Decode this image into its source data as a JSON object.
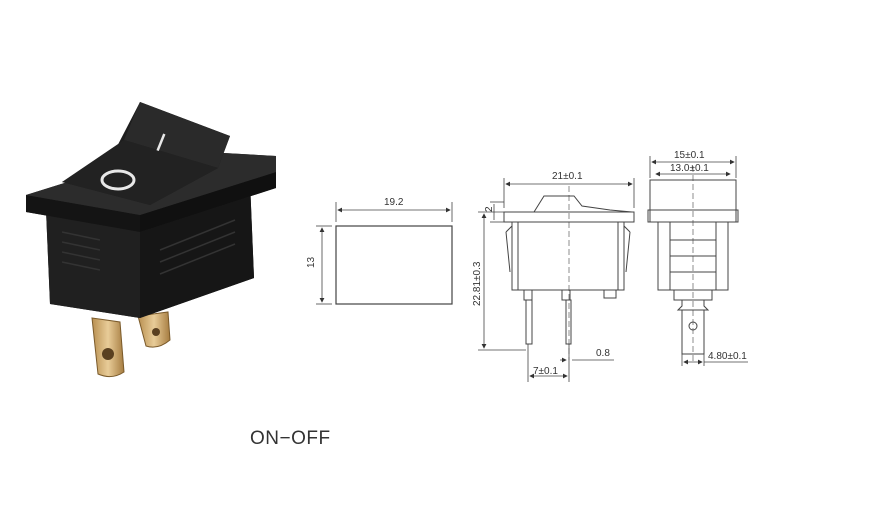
{
  "photo": {
    "on_symbol": "I",
    "off_symbol": "O"
  },
  "front_view": {
    "width": "19.2",
    "height": "13"
  },
  "side_view": {
    "width": "21±0.1",
    "cap_height": "2",
    "total_height": "22.81±0.3",
    "pin_pitch": "7±0.1",
    "pin_thickness": "0.8"
  },
  "end_view": {
    "outer_width": "15±0.1",
    "inner_width": "13.0±0.1",
    "terminal_width": "4.80±0.1"
  },
  "caption": "ON−OFF",
  "colors": {
    "switch_body": "#1c1c1c",
    "terminal": "#c9a56a",
    "line": "#444444"
  }
}
